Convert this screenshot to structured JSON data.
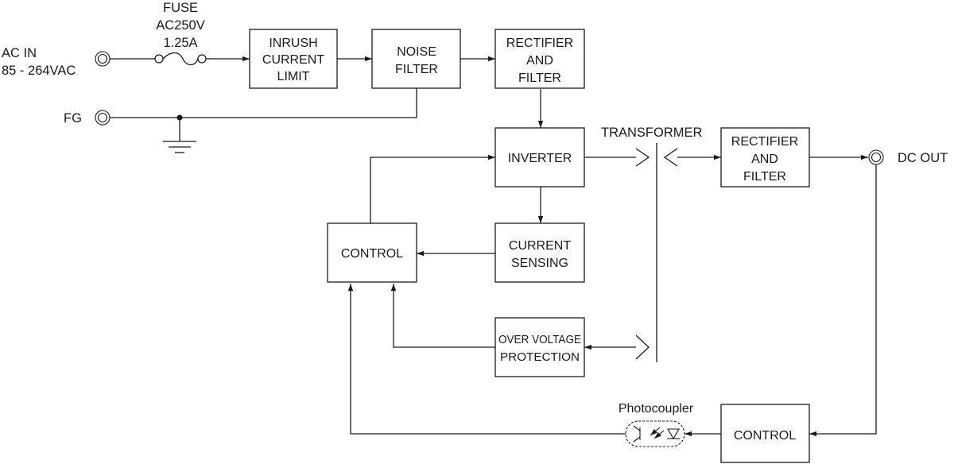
{
  "labels": {
    "fuse": [
      "FUSE",
      "AC250V",
      "1.25A"
    ],
    "ac_in": [
      "AC IN",
      "85 - 264VAC"
    ],
    "fg": "FG",
    "transformer": "TRANSFORMER",
    "dc_out": "DC OUT",
    "photocoupler": "Photocoupler"
  },
  "blocks": {
    "inrush": [
      "INRUSH",
      "CURRENT",
      "LIMIT"
    ],
    "noise_filter": [
      "NOISE",
      "FILTER"
    ],
    "rectifier_in": [
      "RECTIFIER",
      "AND",
      "FILTER"
    ],
    "inverter": [
      "INVERTER"
    ],
    "current_sensing": [
      "CURRENT",
      "SENSING"
    ],
    "control_primary": [
      "CONTROL"
    ],
    "ovp": [
      "OVER VOLTAGE",
      "PROTECTION"
    ],
    "rectifier_out": [
      "RECTIFIER",
      "AND",
      "FILTER"
    ],
    "control_secondary": [
      "CONTROL"
    ]
  }
}
